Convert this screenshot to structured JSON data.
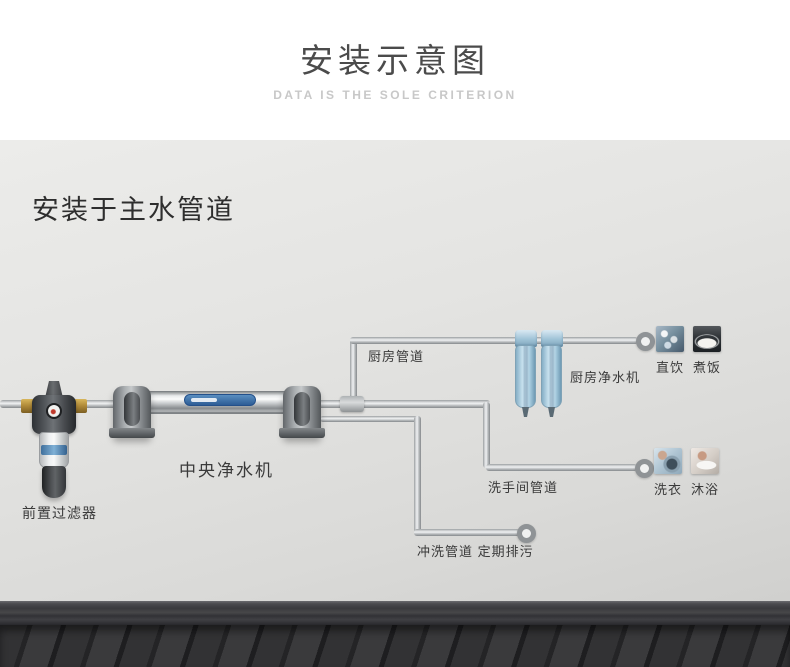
{
  "header": {
    "title": "安装示意图",
    "subtitle": "DATA IS THE SOLE CRITERION"
  },
  "scene": {
    "heading": "安装于主水管道",
    "devices": {
      "pre_filter": "前置过滤器",
      "central_purifier": "中央净水机",
      "kitchen_purifier": "厨房净水机"
    },
    "pipe_labels": {
      "kitchen": "厨房管道",
      "bathroom": "洗手间管道",
      "flush": "冲洗管道 定期排污"
    },
    "kitchen_outlets": [
      {
        "label": "直饮",
        "icon": "drinking-water-icon"
      },
      {
        "label": "煮饭",
        "icon": "rice-cooking-icon"
      }
    ],
    "bathroom_outlets": [
      {
        "label": "洗衣",
        "icon": "laundry-icon"
      },
      {
        "label": "沐浴",
        "icon": "bath-icon"
      }
    ]
  },
  "colors": {
    "wall": "#e4e4e2",
    "pipe_highlight": "#eff1f2",
    "pipe_shadow": "#85898c",
    "badge_blue": "#2d5d96",
    "cartridge_blue": "#a9cde0",
    "brass": "#c2a04d",
    "baseboard": "#3c3c40",
    "floor": "#2a2a2c",
    "title_text": "#4b4b4b",
    "subtitle_text": "#c8c8c8",
    "label_text": "#3a3a3a"
  }
}
